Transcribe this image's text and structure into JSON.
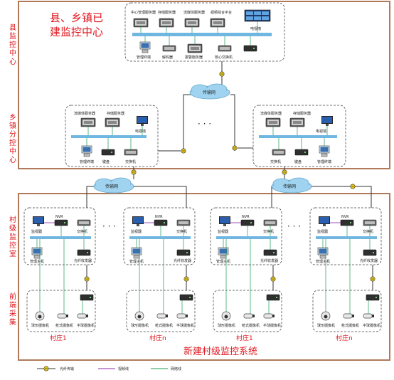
{
  "county_center": {
    "side_label": [
      "县",
      "监",
      "控",
      "中",
      "心"
    ],
    "title_line1": "县、乡镇已",
    "title_line2": "建监控中心",
    "top_devices": [
      "中心管理服务器",
      "存储服务器",
      "流媒体服务器",
      "视频综合平台"
    ],
    "bottom_devices": [
      "管理终端",
      "解码器",
      "报警服务器",
      "核心交换机"
    ],
    "video_wall_label": "电视墙"
  },
  "town_center": {
    "side_label": [
      "乡",
      "镇",
      "分",
      "控",
      "中",
      "心"
    ],
    "devices_top": [
      "流媒体服务器",
      "存储服务器",
      "电视墙"
    ],
    "devices_bottom": [
      "管理终端",
      "键盘",
      "交换机"
    ]
  },
  "network_label": "传输网",
  "ellipsis": "· · ·",
  "village": {
    "side_label_1": [
      "村",
      "级",
      "监",
      "控",
      "室"
    ],
    "side_label_2": [
      "前",
      "端",
      "采",
      "集"
    ],
    "room_devices": [
      "监视器",
      "NVR",
      "交换机",
      "管理主机",
      "光纤收发器"
    ],
    "front_devices": [
      "球形摄像机",
      "枪式摄像机",
      "半球摄像机",
      "光纤收发器"
    ],
    "names": [
      "村庄1",
      "村庄n",
      "村庄1",
      "村庄n"
    ],
    "system_title": "新建村级监控系统"
  },
  "legend": {
    "items": [
      {
        "label": "光纤传输",
        "color": "#333333"
      },
      {
        "label": "视频线",
        "color": "#8b2aa6"
      },
      {
        "label": "网络线",
        "color": "#1a9a55"
      }
    ]
  },
  "colors": {
    "accent": "#e0141c",
    "frame": "#b07a5a",
    "cloud": "#9fd3f0",
    "lan_bar": "#6fb6e0",
    "fiber": "#333333",
    "video": "#8b2aa6",
    "network": "#1a9a55",
    "converter": "#e8c814"
  }
}
